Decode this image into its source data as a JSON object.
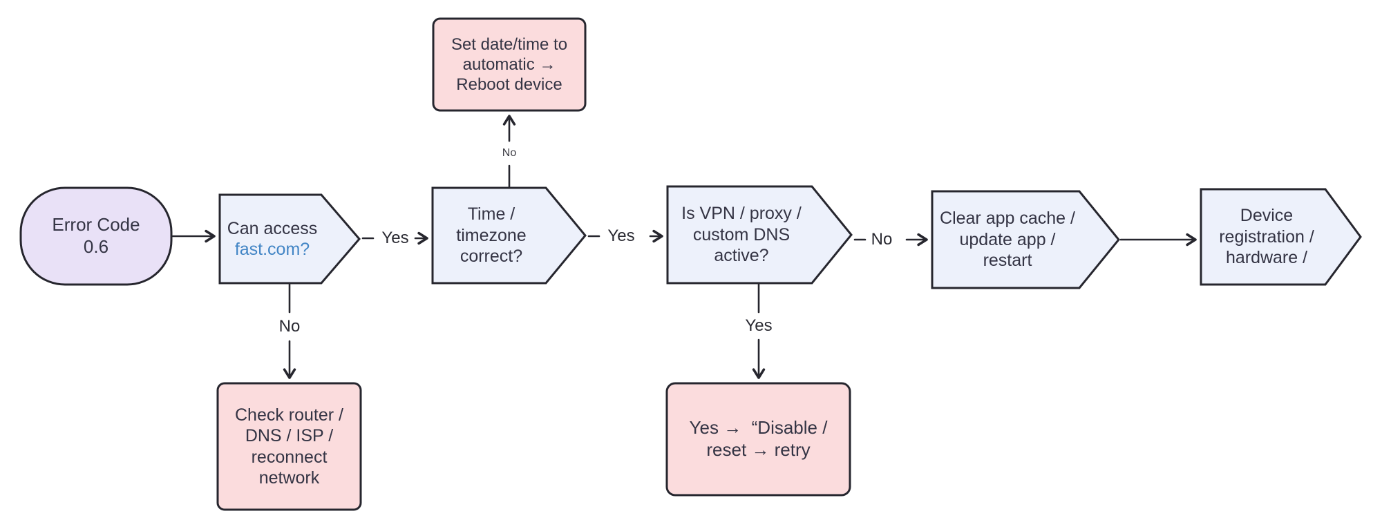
{
  "diagram": {
    "title_hint": "Error Code 0.6 troubleshooting flowchart",
    "colors": {
      "background": "#ffffff",
      "stroke": "#26262e",
      "text": "#343444",
      "link_text": "#4285c5",
      "start_fill": "#e9e1f7",
      "decision_fill": "#edf1fb",
      "action_fill": "#fbdcdd"
    },
    "nodes": {
      "start": {
        "line1": "Error Code",
        "line2": "0.6"
      },
      "can_access": {
        "line1": "Can access",
        "line2": "fast.com?"
      },
      "time_correct": {
        "text": "Time /\ntimezone\ncorrect?"
      },
      "vpn_active": {
        "text": "Is VPN / proxy /\ncustom DNS\nactive?"
      },
      "clear_cache": {
        "text": "Clear app cache /\nupdate app /\nrestart"
      },
      "device_registration": {
        "text": "Device\nregistration /\nhardware /"
      },
      "set_datetime": {
        "text": "Set date/time to\nautomatic →\nReboot device"
      },
      "check_router": {
        "text": "Check router /\nDNS / ISP /\nreconnect\nnetwork"
      },
      "disable_reset": {
        "text": "Yes →  “Disable /\nreset → retry"
      }
    },
    "edge_labels": {
      "can_access_yes": "Yes",
      "can_access_no": "No",
      "time_no": "No",
      "time_yes": "Yes",
      "vpn_no": "No",
      "vpn_yes": "Yes"
    }
  }
}
